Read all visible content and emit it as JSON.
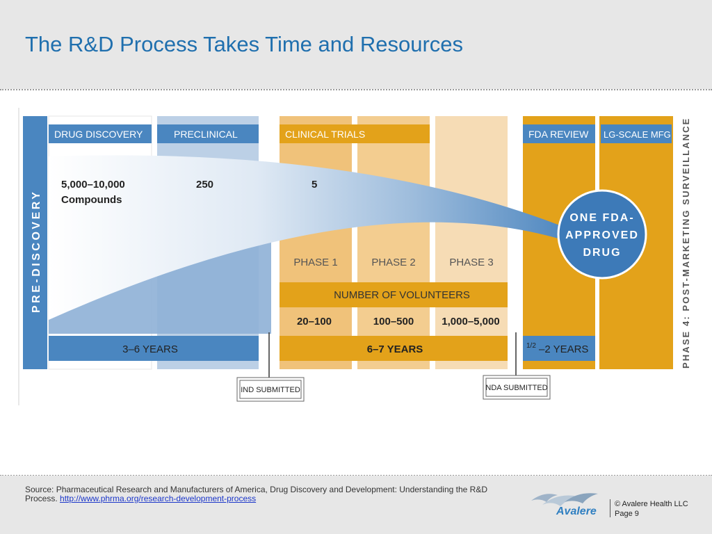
{
  "slide": {
    "title": "The R&D Process Takes Time and Resources"
  },
  "diagram": {
    "side_label": "PRE-DISCOVERY",
    "right_label": "PHASE 4: POST-MARKETING SURVEILLANCE",
    "stages": [
      "DRUG DISCOVERY",
      "PRECLINICAL",
      "CLINICAL TRIALS",
      "FDA REVIEW",
      "LG-SCALE MFG"
    ],
    "compound_counts": [
      "5,000–10,000",
      "250",
      "5"
    ],
    "compounds_label": "Compounds",
    "result": [
      "ONE FDA-",
      "APPROVED",
      "DRUG"
    ],
    "phases": [
      "PHASE 1",
      "PHASE 2",
      "PHASE 3"
    ],
    "volunteers_header": "NUMBER OF VOLUNTEERS",
    "volunteers": [
      "20–100",
      "100–500",
      "1,000–5,000"
    ],
    "durations": {
      "discovery": "3–6 YEARS",
      "clinical": "6–7 YEARS",
      "review_frac": "1/2",
      "review_rest": "–2 YEARS"
    },
    "milestones": [
      "IND SUBMITTED",
      "NDA SUBMITTED"
    ]
  },
  "footer": {
    "source_text": "Source: Pharmaceutical Research and Manufacturers of America, Drug Discovery and Development: Understanding the R&D Process. ",
    "source_link": "http://www.phrma.org/research-development-process",
    "logo_text": "Avalere",
    "copyright": "© Avalere Health LLC",
    "page": "Page 9"
  },
  "colors": {
    "title": "#1f6fae",
    "blue_band": "#4a86c0",
    "blue_col": "#b4cbe4",
    "gold": "#e3a21a",
    "light_gold": "#f3cf8a",
    "circle": "#3d7ab8"
  }
}
